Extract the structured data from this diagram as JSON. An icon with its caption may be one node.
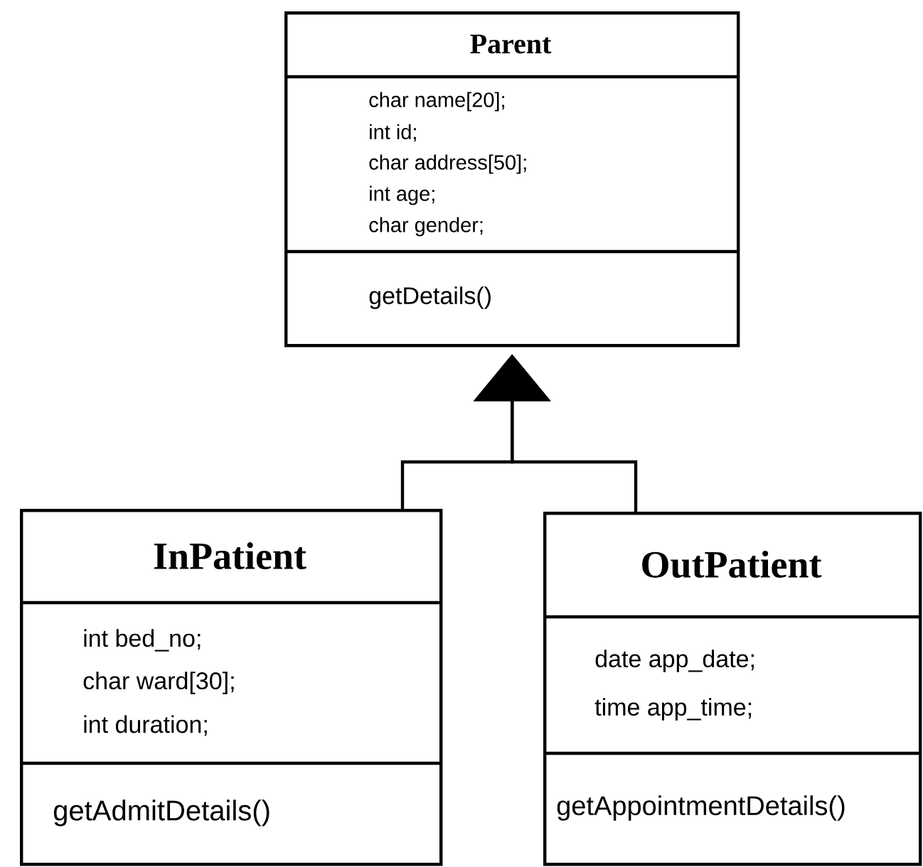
{
  "diagram": {
    "nodes": [
      {
        "text": [
          "Parent",
          "char name[20];",
          "int id;",
          "char address[50];",
          "int age;",
          "char gender;",
          "getDetails()"
        ]
      },
      {
        "text": [
          "InPatient",
          "int bed_no;",
          "char ward[30];",
          "int duration;",
          "getAdmitDetails()"
        ]
      },
      {
        "text": [
          "OutPatient",
          "date app_date;",
          "time  app_time;",
          "getAppointmentDetails()"
        ]
      }
    ],
    "edges": [
      {
        "from": 1,
        "to": 0,
        "arrow": "to"
      },
      {
        "from": 2,
        "to": 0,
        "arrow": "to"
      }
    ]
  }
}
